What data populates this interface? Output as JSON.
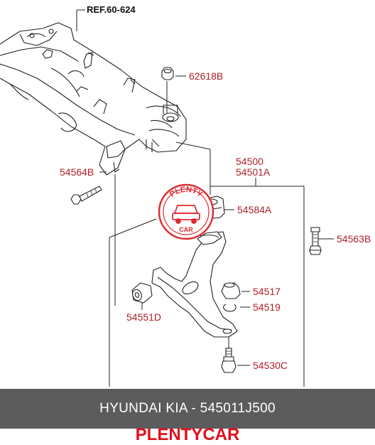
{
  "diagram": {
    "reference": "REF.60-624",
    "part_labels": {
      "nut": "62618B",
      "lower_arm_lh": "54500",
      "lower_arm_rh": "54501A",
      "front_bolt": "54564B",
      "bushing_g": "54584A",
      "rear_bolt": "54563B",
      "dust_cover": "54517",
      "snap_ring": "54519",
      "bushing_a": "54551D",
      "ball_joint": "54530C"
    }
  },
  "watermark": {
    "top_text": "PLENTY",
    "bottom_text": "CAR",
    "color": "#e02a2f"
  },
  "caption": "HYUNDAI KIA - 545011J500",
  "footer": {
    "brand": "PLENTYCAR",
    "color": "#e0101c"
  }
}
